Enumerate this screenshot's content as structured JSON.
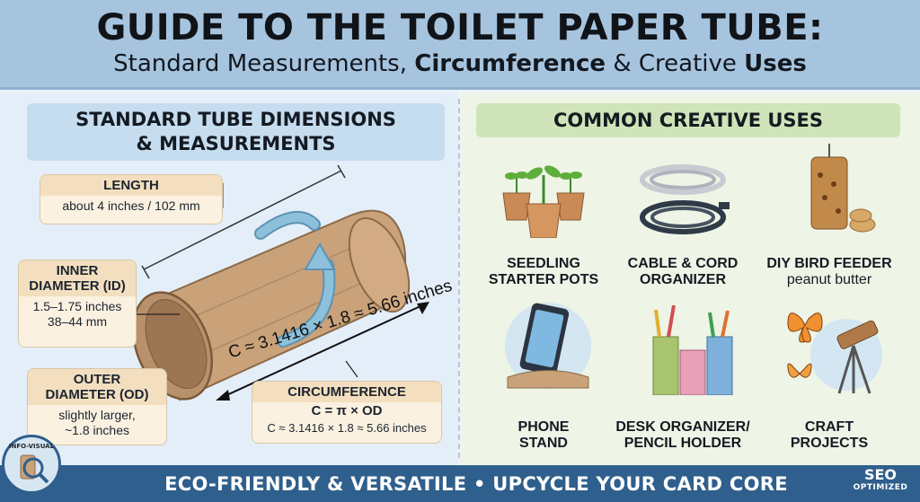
{
  "header": {
    "title": "GUIDE TO THE TOILET PAPER TUBE:",
    "subtitle_part1": "Standard Measurements, ",
    "subtitle_bold1": "Circumference",
    "subtitle_part2": " & Creative ",
    "subtitle_bold2": "Uses"
  },
  "left": {
    "title_line1": "STANDARD TUBE DIMENSIONS",
    "title_line2": "& MEASUREMENTS",
    "length": {
      "head": "LENGTH",
      "body": "about 4 inches / 102 mm"
    },
    "inner": {
      "head_line1": "INNER",
      "head_line2": "DIAMETER (ID)",
      "body_line1": "1.5–1.75 inches",
      "body_line2": "38–44 mm"
    },
    "outer": {
      "head_line1": "OUTER",
      "head_line2": "DIAMETER (OD)",
      "body_line1": "slightly larger,",
      "body_line2": "~1.8 inches"
    },
    "circumference": {
      "head": "CIRCUMFERENCE",
      "formula": "C = π × OD",
      "calc": "C ≈ 3.1416 × 1.8 ≈ 5.66 inches"
    },
    "rotated_formula": "C ≈ 3.1416 × 1.8 ≈ 5.66 inches"
  },
  "right": {
    "title": "COMMON CREATIVE USES",
    "uses": [
      {
        "line1": "SEEDLING",
        "line2": "STARTER POTS",
        "sub": ""
      },
      {
        "line1": "CABLE & CORD",
        "line2": "ORGANIZER",
        "sub": ""
      },
      {
        "line1": "DIY BIRD FEEDER",
        "line2": "",
        "sub": "peanut butter"
      },
      {
        "line1": "PHONE",
        "line2": "STAND",
        "sub": ""
      },
      {
        "line1": "DESK ORGANIZER/",
        "line2": "PENCIL HOLDER",
        "sub": ""
      },
      {
        "line1": "CRAFT",
        "line2": "PROJECTS",
        "sub": ""
      }
    ]
  },
  "footer": {
    "text": "ECO-FRIENDLY & VERSATILE • UPCYCLE YOUR CARD CORE",
    "seo_main": "SEO",
    "seo_sub": "OPTIMIZED",
    "badge": "INFO-VISUAL"
  },
  "colors": {
    "header_bg": "#a7c4df",
    "footer_bg": "#2f5f8c",
    "cardboard": "#c9a27a",
    "arrow_blue": "#7fb3cf",
    "label_bg": "#fbf1e1"
  },
  "icons": [
    "seedling-pots-icon",
    "cable-icon",
    "bird-feeder-icon",
    "phone-stand-icon",
    "pencil-holder-icon",
    "butterfly-telescope-icon",
    "magnifier-tube-icon"
  ]
}
